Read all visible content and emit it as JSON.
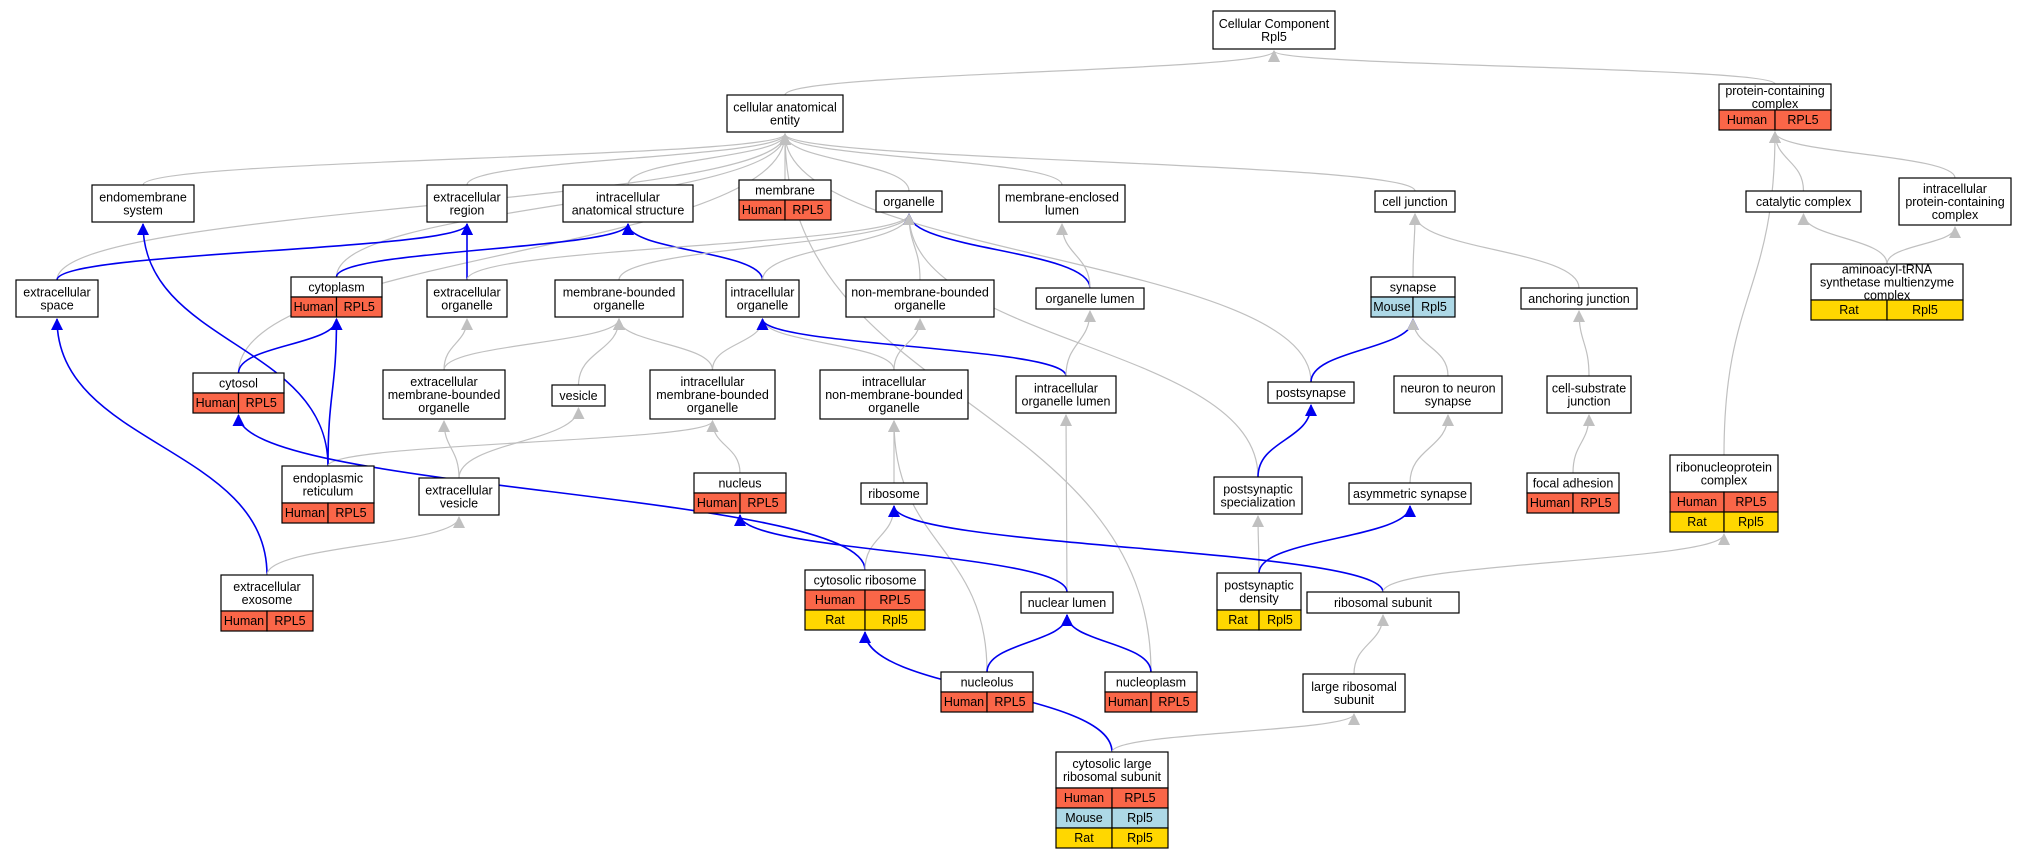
{
  "title": "Cellular Component\nRpl5",
  "colors": {
    "node_border": "#000000",
    "node_fill": "#ffffff",
    "edge_is_a": "#c0c0c0",
    "edge_part_of": "#0000ee",
    "Human": "#fa6648",
    "Mouse": "#add8e6",
    "Rat": "#ffd700"
  },
  "nodes": [
    {
      "id": "root",
      "label": "Cellular Component\nRpl5"
    },
    {
      "id": "cae",
      "label": "cellular anatomical\nentity"
    },
    {
      "id": "pcc",
      "label": "protein-containing\ncomplex",
      "ann": [
        [
          "Human",
          "RPL5"
        ]
      ]
    },
    {
      "id": "endo",
      "label": "endomembrane\nsystem"
    },
    {
      "id": "exreg",
      "label": "extracellular\nregion"
    },
    {
      "id": "ias",
      "label": "intracellular\nanatomical structure"
    },
    {
      "id": "membrane",
      "label": "membrane",
      "ann": [
        [
          "Human",
          "RPL5"
        ]
      ]
    },
    {
      "id": "organelle",
      "label": "organelle"
    },
    {
      "id": "mel",
      "label": "membrane-enclosed\nlumen"
    },
    {
      "id": "cj",
      "label": "cell junction"
    },
    {
      "id": "catcx",
      "label": "catalytic complex"
    },
    {
      "id": "ipcc",
      "label": "intracellular\nprotein-containing\ncomplex"
    },
    {
      "id": "exspace",
      "label": "extracellular\nspace"
    },
    {
      "id": "cytoplasm",
      "label": "cytoplasm",
      "ann": [
        [
          "Human",
          "RPL5"
        ]
      ]
    },
    {
      "id": "exorg",
      "label": "extracellular\norganelle"
    },
    {
      "id": "mbo",
      "label": "membrane-bounded\norganelle"
    },
    {
      "id": "intorg",
      "label": "intracellular\norganelle"
    },
    {
      "id": "nmbo",
      "label": "non-membrane-bounded\norganelle"
    },
    {
      "id": "orglumen",
      "label": "organelle lumen"
    },
    {
      "id": "synapse",
      "label": "synapse",
      "ann": [
        [
          "Mouse",
          "Rpl5"
        ]
      ]
    },
    {
      "id": "anchj",
      "label": "anchoring junction"
    },
    {
      "id": "aars",
      "label": "aminoacyl-tRNA\nsynthetase multienzyme\ncomplex",
      "ann": [
        [
          "Rat",
          "Rpl5"
        ]
      ]
    },
    {
      "id": "cytosol",
      "label": "cytosol",
      "ann": [
        [
          "Human",
          "RPL5"
        ]
      ]
    },
    {
      "id": "embo",
      "label": "extracellular\nmembrane-bounded\norganelle"
    },
    {
      "id": "vesicle",
      "label": "vesicle"
    },
    {
      "id": "imbo",
      "label": "intracellular\nmembrane-bounded\norganelle"
    },
    {
      "id": "inmbo",
      "label": "intracellular\nnon-membrane-bounded\norganelle"
    },
    {
      "id": "iol",
      "label": "intracellular\norganelle lumen"
    },
    {
      "id": "postsyn",
      "label": "postsynapse"
    },
    {
      "id": "n2n",
      "label": "neuron to neuron\nsynapse"
    },
    {
      "id": "csj",
      "label": "cell-substrate\njunction"
    },
    {
      "id": "er",
      "label": "endoplasmic\nreticulum",
      "ann": [
        [
          "Human",
          "RPL5"
        ]
      ]
    },
    {
      "id": "exves",
      "label": "extracellular\nvesicle"
    },
    {
      "id": "nucleus",
      "label": "nucleus",
      "ann": [
        [
          "Human",
          "RPL5"
        ]
      ]
    },
    {
      "id": "ribosome",
      "label": "ribosome"
    },
    {
      "id": "pss",
      "label": "postsynaptic\nspecialization"
    },
    {
      "id": "asyn",
      "label": "asymmetric synapse"
    },
    {
      "id": "fa",
      "label": "focal adhesion",
      "ann": [
        [
          "Human",
          "RPL5"
        ]
      ]
    },
    {
      "id": "rnp",
      "label": "ribonucleoprotein\ncomplex",
      "ann": [
        [
          "Human",
          "RPL5"
        ],
        [
          "Rat",
          "Rpl5"
        ]
      ]
    },
    {
      "id": "exo",
      "label": "extracellular\nexosome",
      "ann": [
        [
          "Human",
          "RPL5"
        ]
      ]
    },
    {
      "id": "cytrib",
      "label": "cytosolic ribosome",
      "ann": [
        [
          "Human",
          "RPL5"
        ],
        [
          "Rat",
          "Rpl5"
        ]
      ]
    },
    {
      "id": "nuclumen",
      "label": "nuclear lumen"
    },
    {
      "id": "psd",
      "label": "postsynaptic\ndensity",
      "ann": [
        [
          "Rat",
          "Rpl5"
        ]
      ]
    },
    {
      "id": "ribsub",
      "label": "ribosomal subunit"
    },
    {
      "id": "nucleolus",
      "label": "nucleolus",
      "ann": [
        [
          "Human",
          "RPL5"
        ]
      ]
    },
    {
      "id": "nucleoplasm",
      "label": "nucleoplasm",
      "ann": [
        [
          "Human",
          "RPL5"
        ]
      ]
    },
    {
      "id": "lrs",
      "label": "large ribosomal\nsubunit"
    },
    {
      "id": "clrs",
      "label": "cytosolic large\nribosomal subunit",
      "ann": [
        [
          "Human",
          "RPL5"
        ],
        [
          "Mouse",
          "Rpl5"
        ],
        [
          "Rat",
          "Rpl5"
        ]
      ]
    }
  ],
  "edges": [
    {
      "from": "cae",
      "to": "root",
      "type": "is_a"
    },
    {
      "from": "pcc",
      "to": "root",
      "type": "is_a"
    },
    {
      "from": "endo",
      "to": "cae",
      "type": "is_a"
    },
    {
      "from": "exreg",
      "to": "cae",
      "type": "is_a"
    },
    {
      "from": "ias",
      "to": "cae",
      "type": "is_a"
    },
    {
      "from": "membrane",
      "to": "cae",
      "type": "is_a"
    },
    {
      "from": "organelle",
      "to": "cae",
      "type": "is_a"
    },
    {
      "from": "mel",
      "to": "cae",
      "type": "is_a"
    },
    {
      "from": "cj",
      "to": "cae",
      "type": "is_a"
    },
    {
      "from": "exspace",
      "to": "cae",
      "type": "is_a"
    },
    {
      "from": "cytoplasm",
      "to": "cae",
      "type": "is_a"
    },
    {
      "from": "cytosol",
      "to": "cae",
      "type": "is_a"
    },
    {
      "from": "postsyn",
      "to": "cae",
      "type": "is_a"
    },
    {
      "from": "nucleoplasm",
      "to": "cae",
      "type": "is_a"
    },
    {
      "from": "catcx",
      "to": "pcc",
      "type": "is_a"
    },
    {
      "from": "ipcc",
      "to": "pcc",
      "type": "is_a"
    },
    {
      "from": "rnp",
      "to": "pcc",
      "type": "is_a"
    },
    {
      "from": "aars",
      "to": "catcx",
      "type": "is_a"
    },
    {
      "from": "aars",
      "to": "ipcc",
      "type": "is_a"
    },
    {
      "from": "exspace",
      "to": "exreg",
      "type": "part_of"
    },
    {
      "from": "exorg",
      "to": "exreg",
      "type": "part_of"
    },
    {
      "from": "cytoplasm",
      "to": "ias",
      "type": "part_of"
    },
    {
      "from": "intorg",
      "to": "ias",
      "type": "part_of"
    },
    {
      "from": "exorg",
      "to": "organelle",
      "type": "is_a"
    },
    {
      "from": "mbo",
      "to": "organelle",
      "type": "is_a"
    },
    {
      "from": "intorg",
      "to": "organelle",
      "type": "is_a"
    },
    {
      "from": "nmbo",
      "to": "organelle",
      "type": "is_a"
    },
    {
      "from": "orglumen",
      "to": "organelle",
      "type": "part_of"
    },
    {
      "from": "pss",
      "to": "organelle",
      "type": "is_a"
    },
    {
      "from": "orglumen",
      "to": "mel",
      "type": "is_a"
    },
    {
      "from": "synapse",
      "to": "cj",
      "type": "is_a"
    },
    {
      "from": "anchj",
      "to": "cj",
      "type": "is_a"
    },
    {
      "from": "cytosol",
      "to": "cytoplasm",
      "type": "part_of"
    },
    {
      "from": "er",
      "to": "cytoplasm",
      "type": "part_of"
    },
    {
      "from": "er",
      "to": "endo",
      "type": "part_of"
    },
    {
      "from": "embo",
      "to": "exorg",
      "type": "is_a"
    },
    {
      "from": "embo",
      "to": "mbo",
      "type": "is_a"
    },
    {
      "from": "vesicle",
      "to": "mbo",
      "type": "is_a"
    },
    {
      "from": "imbo",
      "to": "mbo",
      "type": "is_a"
    },
    {
      "from": "imbo",
      "to": "intorg",
      "type": "is_a"
    },
    {
      "from": "inmbo",
      "to": "intorg",
      "type": "is_a"
    },
    {
      "from": "iol",
      "to": "intorg",
      "type": "part_of"
    },
    {
      "from": "inmbo",
      "to": "nmbo",
      "type": "is_a"
    },
    {
      "from": "iol",
      "to": "orglumen",
      "type": "is_a"
    },
    {
      "from": "postsyn",
      "to": "synapse",
      "type": "part_of"
    },
    {
      "from": "n2n",
      "to": "synapse",
      "type": "is_a"
    },
    {
      "from": "csj",
      "to": "anchj",
      "type": "is_a"
    },
    {
      "from": "exves",
      "to": "embo",
      "type": "is_a"
    },
    {
      "from": "exves",
      "to": "vesicle",
      "type": "is_a"
    },
    {
      "from": "er",
      "to": "imbo",
      "type": "is_a"
    },
    {
      "from": "nucleus",
      "to": "imbo",
      "type": "is_a"
    },
    {
      "from": "ribosome",
      "to": "inmbo",
      "type": "is_a"
    },
    {
      "from": "nucleolus",
      "to": "inmbo",
      "type": "is_a"
    },
    {
      "from": "nuclumen",
      "to": "iol",
      "type": "is_a"
    },
    {
      "from": "pss",
      "to": "postsyn",
      "type": "part_of"
    },
    {
      "from": "asyn",
      "to": "n2n",
      "type": "is_a"
    },
    {
      "from": "fa",
      "to": "csj",
      "type": "is_a"
    },
    {
      "from": "exo",
      "to": "exspace",
      "type": "part_of"
    },
    {
      "from": "exo",
      "to": "exves",
      "type": "is_a"
    },
    {
      "from": "cytrib",
      "to": "cytosol",
      "type": "part_of"
    },
    {
      "from": "cytrib",
      "to": "ribosome",
      "type": "is_a"
    },
    {
      "from": "nuclumen",
      "to": "nucleus",
      "type": "part_of"
    },
    {
      "from": "psd",
      "to": "pss",
      "type": "is_a"
    },
    {
      "from": "psd",
      "to": "asyn",
      "type": "part_of"
    },
    {
      "from": "ribsub",
      "to": "ribosome",
      "type": "part_of"
    },
    {
      "from": "ribsub",
      "to": "rnp",
      "type": "is_a"
    },
    {
      "from": "nucleolus",
      "to": "nuclumen",
      "type": "part_of"
    },
    {
      "from": "nucleoplasm",
      "to": "nuclumen",
      "type": "part_of"
    },
    {
      "from": "lrs",
      "to": "ribsub",
      "type": "is_a"
    },
    {
      "from": "clrs",
      "to": "cytrib",
      "type": "part_of"
    },
    {
      "from": "clrs",
      "to": "lrs",
      "type": "is_a"
    }
  ]
}
